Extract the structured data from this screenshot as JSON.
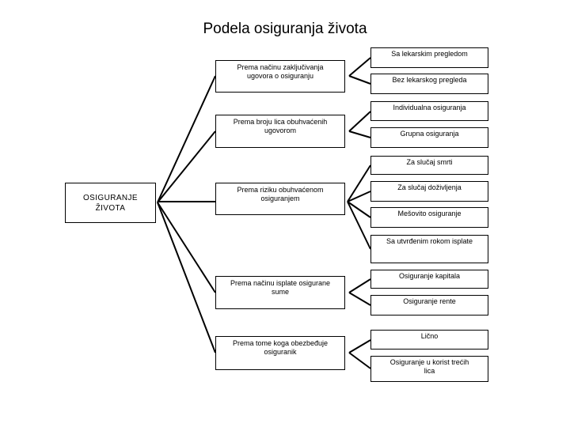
{
  "slide": {
    "title": "Podela osiguranja života"
  },
  "diagram": {
    "root": {
      "label": "OSIGURANJE ŽIVOTA"
    },
    "categories": [
      {
        "label": "Prema načinu zaključivanja ugovora o osiguranju",
        "children": [
          "Sa lekarskim pregledom",
          "Bez lekarskog pregleda"
        ]
      },
      {
        "label": "Prema broju lica obuhvaćenih ugovorom",
        "children": [
          "Individualna osiguranja",
          "Grupna osiguranja"
        ]
      },
      {
        "label": "Prema riziku obuhvaćenom osiguranjem",
        "children": [
          "Za slučaj smrti",
          "Za slučaj doživljenja",
          "Mešovito osiguranje",
          "Sa utvrđenim rokom isplate"
        ]
      },
      {
        "label": "Prema načinu isplate osigurane sume",
        "children": [
          "Osiguranje kapitala",
          "Osiguranje rente"
        ]
      },
      {
        "label": "Prema tome koga obezbeđuje osiguranik",
        "children": [
          "Lično",
          "Osiguranje u korist trećih lica"
        ]
      }
    ],
    "line_color": "#000000",
    "box_fill": "#ffffff",
    "box_border": "#000000"
  }
}
